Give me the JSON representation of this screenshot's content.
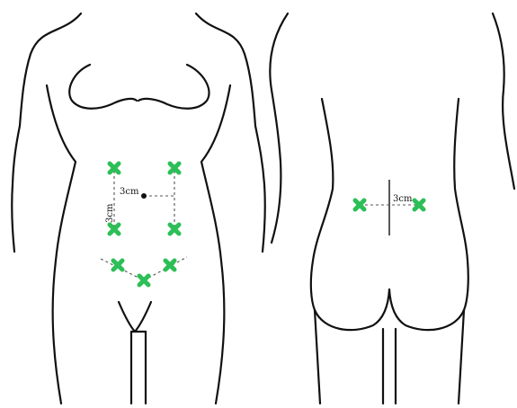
{
  "figure": {
    "views": [
      "front",
      "back"
    ],
    "marker_shape": "x-cross",
    "marker_color": "#2cbf57",
    "outline_color": "#111111",
    "guide_style": "dashed",
    "front_marker_count": 7,
    "back_marker_count": 2
  },
  "labels": {
    "front_horizontal": "3cm",
    "front_vertical": "3cm",
    "back_horizontal": "3cm"
  }
}
